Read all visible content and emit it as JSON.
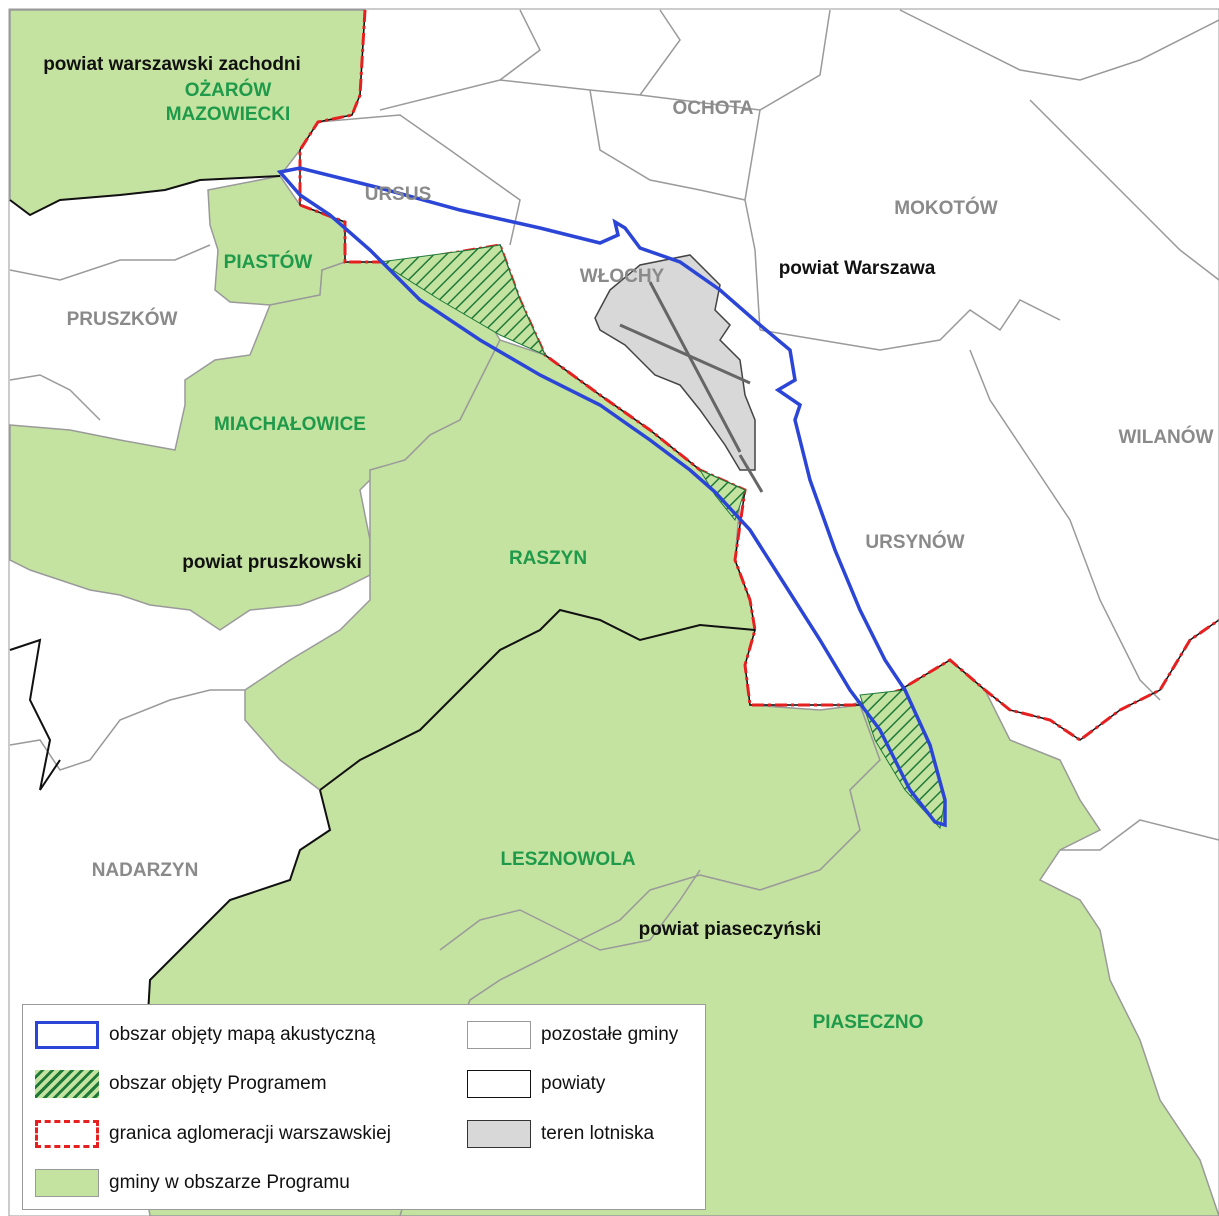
{
  "map_labels": {
    "powiat_warszawski_zachodni": "powiat warszawski zachodni",
    "ozarow_line1": "OŻARÓW",
    "ozarow_line2": "MAZOWIECKI",
    "ochota": "OCHOTA",
    "ursus": "URSUS",
    "mokotow": "MOKOTÓW",
    "piastow": "PIASTÓW",
    "wlochy": "WŁOCHY",
    "powiat_warszawa": "powiat Warszawa",
    "pruszkow": "PRUSZKÓW",
    "michalowice": "MIACHAŁOWICE",
    "wilanow": "WILANÓW",
    "ursynow": "URSYNÓW",
    "raszyn": "RASZYN",
    "powiat_pruszkowski": "powiat pruszkowski",
    "nadarzyn": "NADARZYN",
    "lesznowola": "LESZNOWOLA",
    "powiat_piaseczynski": "powiat piaseczyński",
    "piaseczno": "PIASECZNO"
  },
  "legend": {
    "items": [
      {
        "label": "obszar objęty mapą akustyczną",
        "symbol": "blue-outline"
      },
      {
        "label": "obszar objęty Programem",
        "symbol": "green-hatch"
      },
      {
        "label": "granica aglomeracji warszawskiej",
        "symbol": "red-dashed"
      },
      {
        "label": "gminy w obszarze Programu",
        "symbol": "green-fill"
      },
      {
        "label": "pozostałe gminy",
        "symbol": "gray-outline"
      },
      {
        "label": "powiaty",
        "symbol": "black-outline"
      },
      {
        "label": "teren lotniska",
        "symbol": "gray-fill"
      }
    ]
  },
  "colors": {
    "program_gmina_fill": "#c5e3a0",
    "acoustic_map_outline": "#2b45d6",
    "agglomeration_border": "#e62020",
    "airport_fill": "#d8d8d8",
    "gmina_border": "#9a9a9a",
    "powiat_border": "#111111",
    "hatch": "#1f7a3a"
  }
}
